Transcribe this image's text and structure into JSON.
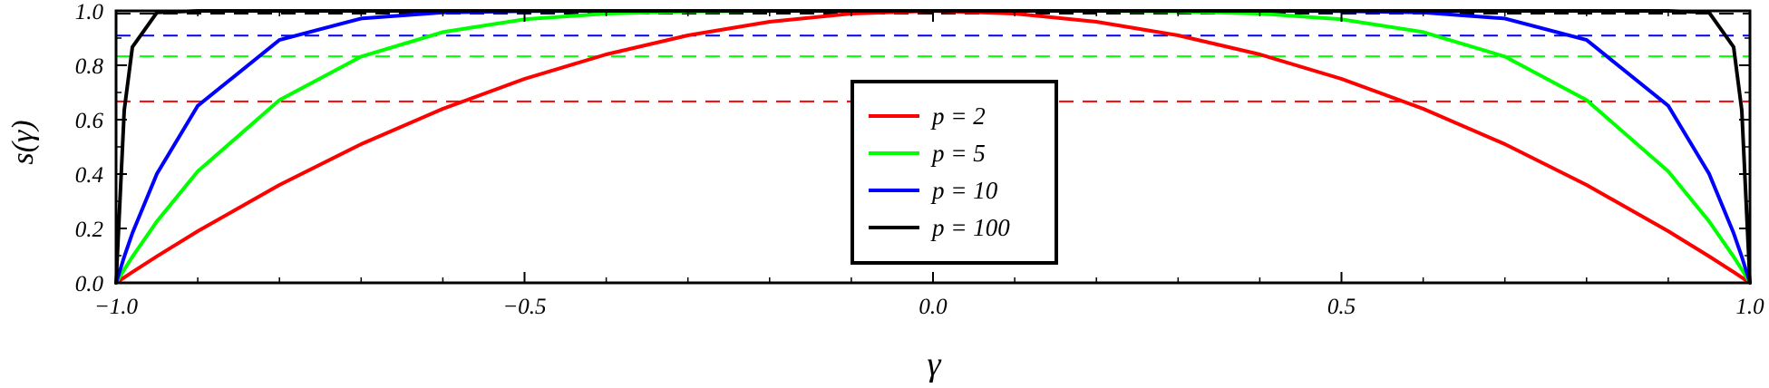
{
  "chart_data": {
    "type": "line",
    "xlabel": "γ",
    "ylabel": "s(γ)",
    "xlim": [
      -1.0,
      1.0
    ],
    "ylim": [
      0.0,
      1.0
    ],
    "x_ticks": [
      {
        "value": -1.0,
        "label": "−1.0"
      },
      {
        "value": -0.5,
        "label": "−0.5"
      },
      {
        "value": 0.0,
        "label": "0.0"
      },
      {
        "value": 0.5,
        "label": "0.5"
      },
      {
        "value": 1.0,
        "label": "1.0"
      }
    ],
    "y_ticks": [
      {
        "value": 0.0,
        "label": "0.0"
      },
      {
        "value": 0.2,
        "label": "0.2"
      },
      {
        "value": 0.4,
        "label": "0.4"
      },
      {
        "value": 0.6,
        "label": "0.6"
      },
      {
        "value": 0.8,
        "label": "0.8"
      },
      {
        "value": 1.0,
        "label": "1.0"
      }
    ],
    "grid": false,
    "legend_position": "center",
    "x": [
      -1.0,
      -0.99,
      -0.98,
      -0.95,
      -0.9,
      -0.8,
      -0.7,
      -0.6,
      -0.5,
      -0.4,
      -0.3,
      -0.2,
      -0.1,
      0.0,
      0.1,
      0.2,
      0.3,
      0.4,
      0.5,
      0.6,
      0.7,
      0.8,
      0.9,
      0.95,
      0.98,
      0.99,
      1.0
    ],
    "series": [
      {
        "name": "p = 2",
        "color": "#ff0000",
        "values": [
          0.0,
          0.0199,
          0.0396,
          0.0975,
          0.19,
          0.36,
          0.51,
          0.64,
          0.75,
          0.84,
          0.91,
          0.96,
          0.99,
          1.0,
          0.99,
          0.96,
          0.91,
          0.84,
          0.75,
          0.64,
          0.51,
          0.36,
          0.19,
          0.0975,
          0.0396,
          0.0199,
          0.0
        ],
        "dashed_level": 0.667
      },
      {
        "name": "p = 5",
        "color": "#00ff00",
        "values": [
          0.0,
          0.049,
          0.096,
          0.226,
          0.41,
          0.672,
          0.832,
          0.922,
          0.969,
          0.99,
          0.998,
          1.0,
          1.0,
          1.0,
          1.0,
          1.0,
          0.998,
          0.99,
          0.969,
          0.922,
          0.832,
          0.672,
          0.41,
          0.226,
          0.096,
          0.049,
          0.0
        ],
        "dashed_level": 0.833
      },
      {
        "name": "p = 10",
        "color": "#0000ff",
        "values": [
          0.0,
          0.096,
          0.183,
          0.401,
          0.651,
          0.893,
          0.972,
          0.994,
          0.999,
          1.0,
          1.0,
          1.0,
          1.0,
          1.0,
          1.0,
          1.0,
          1.0,
          1.0,
          0.999,
          0.994,
          0.972,
          0.893,
          0.651,
          0.401,
          0.183,
          0.096,
          0.0
        ],
        "dashed_level": 0.909
      },
      {
        "name": "p = 100",
        "color": "#000000",
        "values": [
          0.0,
          0.634,
          0.867,
          0.994,
          1.0,
          1.0,
          1.0,
          1.0,
          1.0,
          1.0,
          1.0,
          1.0,
          1.0,
          1.0,
          1.0,
          1.0,
          1.0,
          1.0,
          1.0,
          1.0,
          1.0,
          1.0,
          1.0,
          0.994,
          0.867,
          0.634,
          0.0
        ],
        "dashed_level": 0.99
      }
    ]
  }
}
